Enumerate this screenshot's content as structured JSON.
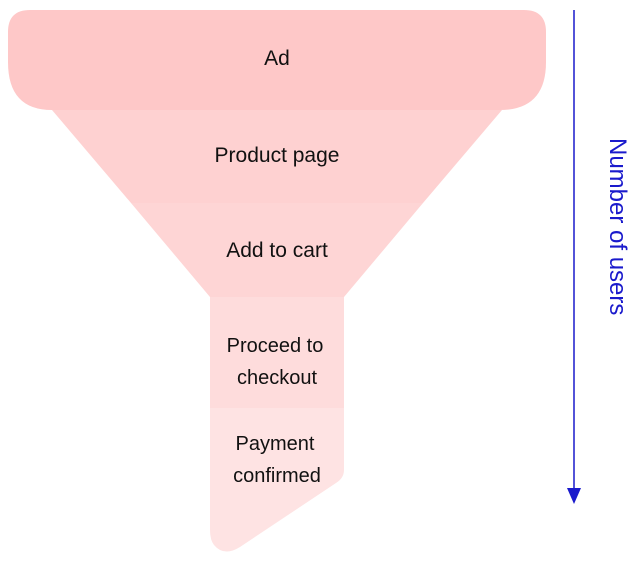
{
  "funnel": {
    "stages": [
      {
        "label": "Ad",
        "color": "#fec8c8"
      },
      {
        "label": "Product page",
        "color": "#fed1d1"
      },
      {
        "label": "Add to cart",
        "color": "#fed5d5"
      },
      {
        "label_line1": "Proceed to",
        "label_line2": "checkout",
        "color": "#fedcdc"
      },
      {
        "label_line1": "Payment",
        "label_line2": "confirmed",
        "color": "#fee3e3"
      }
    ]
  },
  "axis": {
    "label": "Number of users",
    "color": "#1a1acc"
  }
}
